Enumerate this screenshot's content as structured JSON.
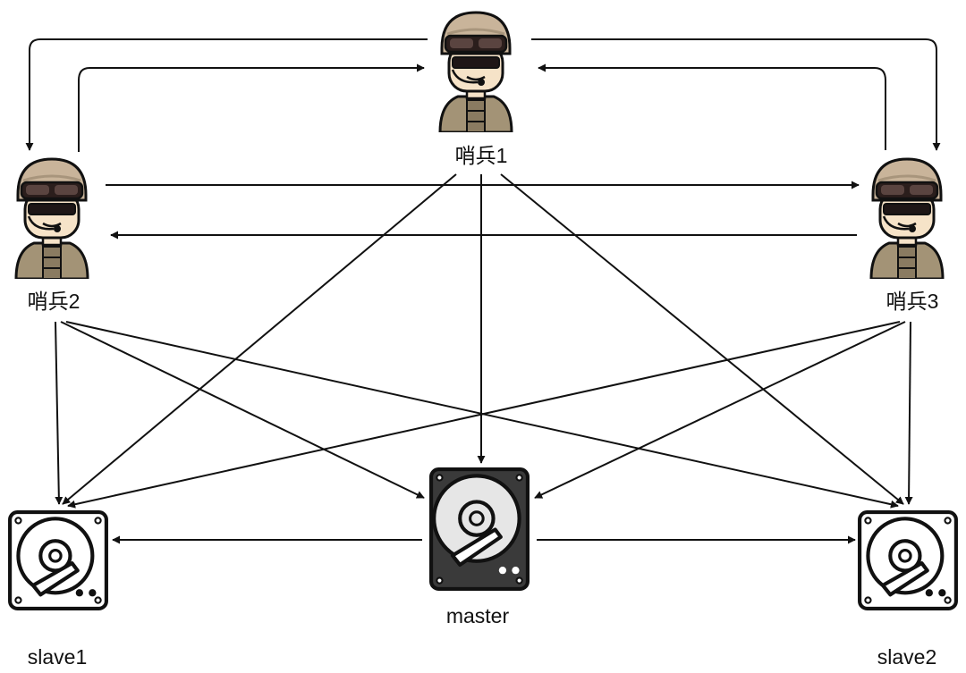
{
  "nodes": {
    "sentinel1": {
      "label": "哨兵1",
      "icon": "soldier-icon"
    },
    "sentinel2": {
      "label": "哨兵2",
      "icon": "soldier-icon"
    },
    "sentinel3": {
      "label": "哨兵3",
      "icon": "soldier-icon"
    },
    "master": {
      "label": "master",
      "icon": "hard-drive-icon"
    },
    "slave1": {
      "label": "slave1",
      "icon": "hard-drive-icon"
    },
    "slave2": {
      "label": "slave2",
      "icon": "hard-drive-icon"
    }
  },
  "colors": {
    "line": "#111111",
    "helmet": "#c9b49a",
    "helmet_shade": "#a8957c",
    "goggles": "#2b1e1c",
    "skin": "#f6e3c8",
    "vest": "#a39376",
    "drive_master_bg": "#3a3a3a",
    "drive_slave_bg": "#ffffff"
  }
}
